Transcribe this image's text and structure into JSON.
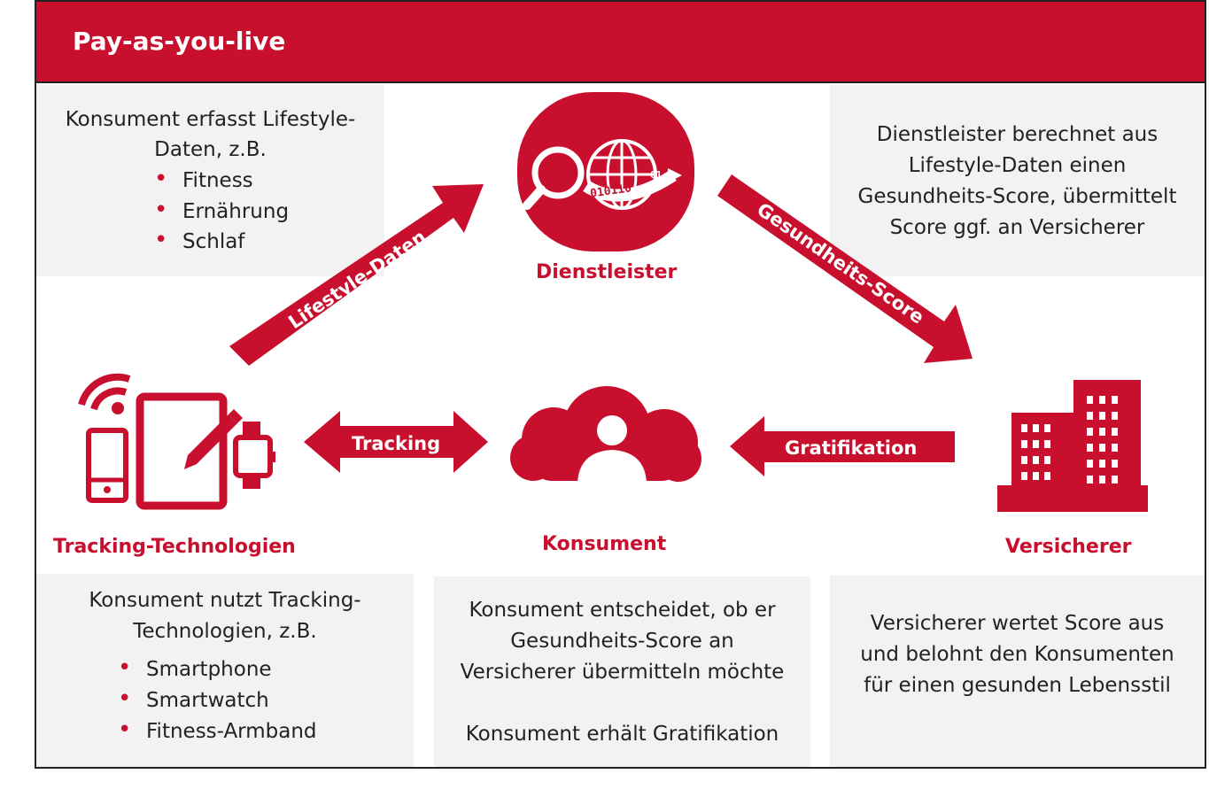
{
  "title": "Pay-as-you-live",
  "colors": {
    "accent": "#c8102e",
    "box": "#f2f2f2",
    "text": "#222222"
  },
  "boxes": {
    "top_left": {
      "lines": [
        "Konsument erfasst Lifestyle-",
        "Daten, z.B."
      ],
      "bullets": [
        "Fitness",
        "Ernährung",
        "Schlaf"
      ]
    },
    "top_right": {
      "lines": [
        "Dienstleister berechnet aus",
        "Lifestyle-Daten einen",
        "Gesundheits-Score, übermittelt",
        "Score ggf. an Versicherer"
      ]
    },
    "bottom_left": {
      "lines": [
        "Konsument nutzt Tracking-",
        "Technologien, z.B."
      ],
      "bullets": [
        "Smartphone",
        "Smartwatch",
        "Fitness-Armband"
      ]
    },
    "bottom_center": {
      "lines": [
        "Konsument entscheidet, ob er",
        "Gesundheits-Score an",
        "Versicherer übermitteln möchte",
        "",
        "Konsument erhält Gratifikation"
      ]
    },
    "bottom_right": {
      "lines": [
        "Versicherer wertet Score  aus",
        "und belohnt den Konsumenten",
        "für einen gesunden Lebensstil"
      ]
    }
  },
  "nodes": {
    "dienstleister": {
      "label": "Dienstleister",
      "icon": "globe-search-icon"
    },
    "tracking": {
      "label": "Tracking-Technologien",
      "icon": "devices-icon"
    },
    "konsument": {
      "label": "Konsument",
      "icon": "cloud-user-icon"
    },
    "versicherer": {
      "label": "Versicherer",
      "icon": "buildings-icon"
    }
  },
  "arrows": {
    "lifestyle": "Lifestyle-Daten",
    "gesundheit": "Gesundheits-Score",
    "tracking": "Tracking",
    "gratifikation": "Gratifikation"
  },
  "binary_text": {
    "main": "010110",
    "small": "01"
  }
}
